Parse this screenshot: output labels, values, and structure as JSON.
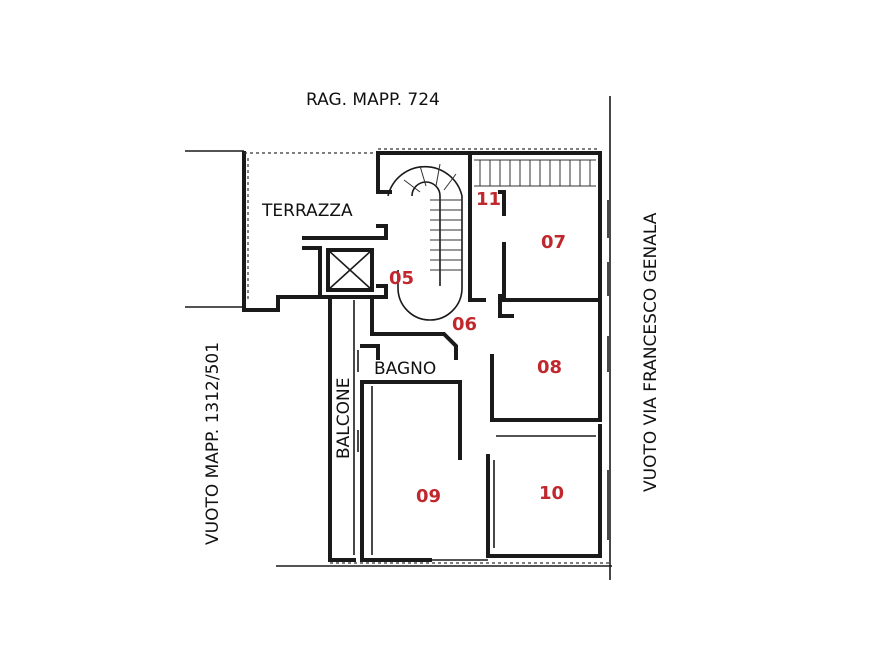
{
  "labels": {
    "north": "RAG. MAPP. 724",
    "west": "VUOTO MAPP. 1312/501",
    "east": "VUOTO VIA FRANCESCO GENALA",
    "terrace": "TERRAZZA",
    "bathroom": "BAGNO",
    "balcony": "BALCONE"
  },
  "units": {
    "u05": "05",
    "u06": "06",
    "u07": "07",
    "u08": "08",
    "u09": "09",
    "u10": "10",
    "u11": "11"
  },
  "colors": {
    "unit_label": "#c0282d",
    "lines": "#1a1a1a"
  }
}
